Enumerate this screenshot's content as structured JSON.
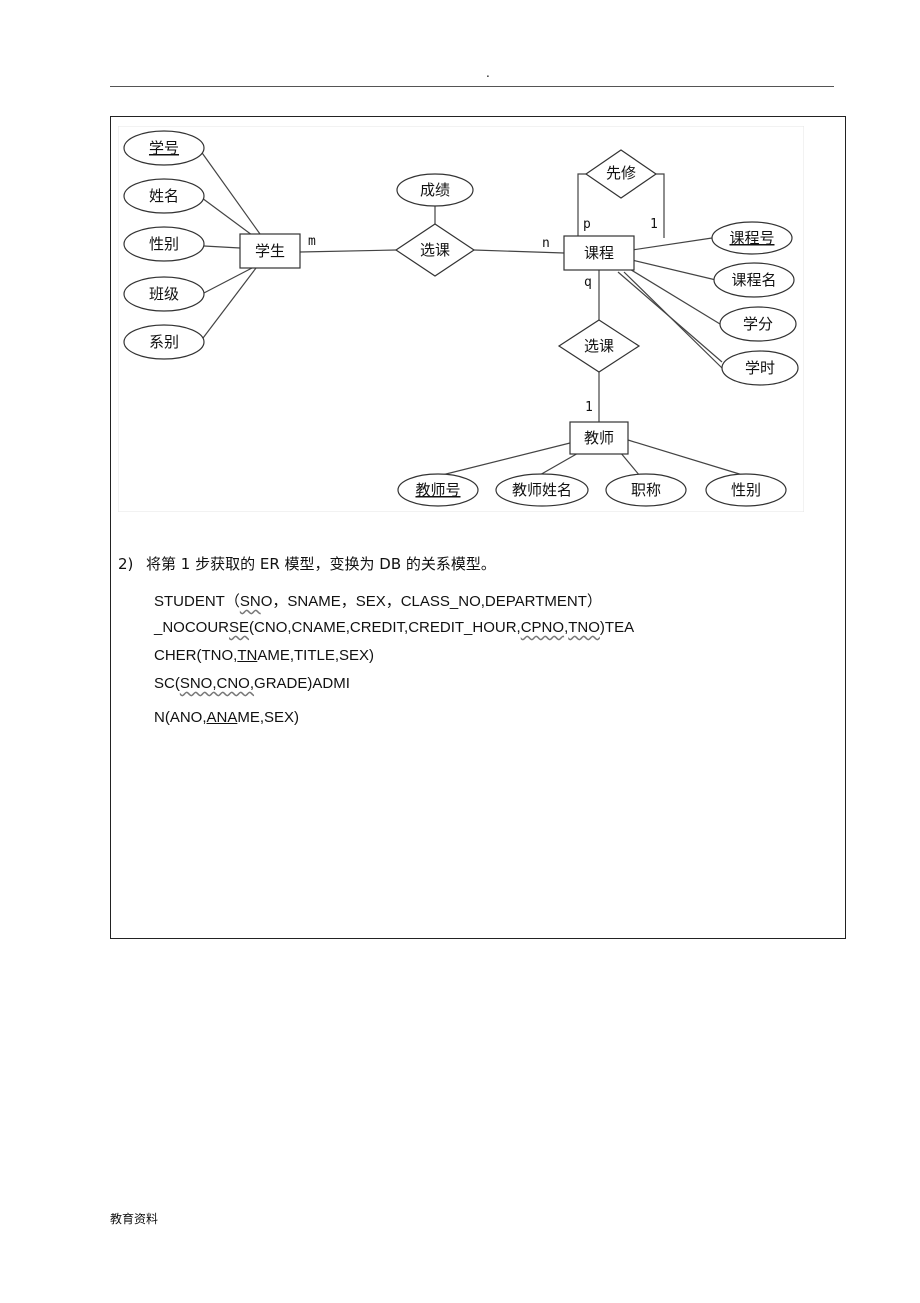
{
  "header": {
    "mark": "."
  },
  "er_diagram": {
    "student_entity": "学生",
    "student_attributes": [
      "学号",
      "姓名",
      "性别",
      "班级",
      "系别"
    ],
    "enroll_relation": "选课",
    "enroll_attribute": "成绩",
    "card_student": "m",
    "card_course": "n",
    "course_entity": "课程",
    "prereq_relation": "先修",
    "card_prereq_p": "p",
    "card_prereq_1": "1",
    "course_attributes": [
      "课程号",
      "课程名",
      "学分",
      "学时"
    ],
    "teach_relation": "选课",
    "card_teach_q": "q",
    "card_teach_1": "1",
    "teacher_entity": "教师",
    "teacher_attributes": [
      "教师号",
      "教师姓名",
      "职称",
      "性别"
    ]
  },
  "step2": {
    "number": "2)",
    "text": "将第 1 步获取的 ER 模型，变换为 DB 的关系模型。"
  },
  "schema": {
    "l1_a": "STUDENT（",
    "l1_b": "SN",
    "l1_c": "O，SNAME，SEX，CLASS_NO,DEPARTMENT）",
    "l2_a": "_NOCOUR",
    "l2_b": "SE",
    "l2_c": "(CNO,CNAME,CREDIT,CREDIT_HOUR,",
    "l2_d": "CPNO",
    "l2_e": ",",
    "l2_f": "TNO",
    "l2_g": ")TEA",
    "l3_a": "CHER(TNO,",
    "l3_b": "TN",
    "l3_c": "AME,TITLE,SEX)",
    "l4_a": "SC(",
    "l4_b": "SNO,CNO,",
    "l4_c": "GRADE)ADMI",
    "l5_a": "N(ANO,",
    "l5_b": "ANA",
    "l5_c": "ME,SEX)"
  },
  "footer": {
    "label": "教育资料"
  }
}
